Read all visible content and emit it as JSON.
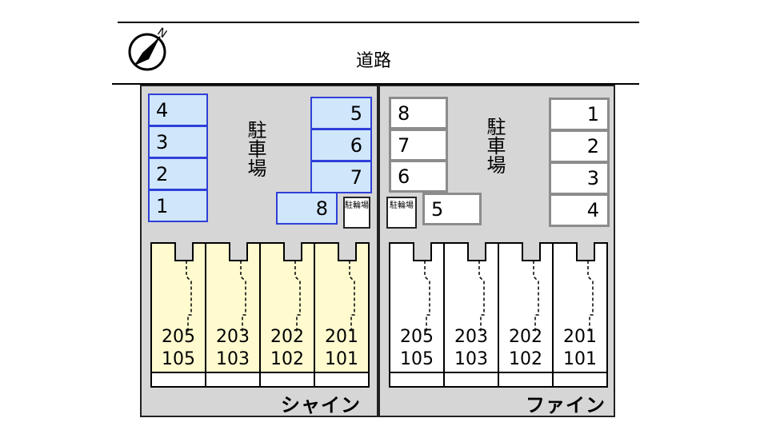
{
  "road": {
    "label": "道路"
  },
  "compass": {
    "north_label": "N"
  },
  "left_lot": {
    "parking_label": "駐車場",
    "bike_parking_label": "駐輪場",
    "spaces_left": [
      "4",
      "3",
      "2",
      "1"
    ],
    "spaces_right": [
      "5",
      "6",
      "7",
      "8"
    ],
    "building": {
      "name": "シャイン",
      "fill_color": "#fffbcf",
      "units": [
        {
          "upper": "205",
          "lower": "105"
        },
        {
          "upper": "203",
          "lower": "103"
        },
        {
          "upper": "202",
          "lower": "102"
        },
        {
          "upper": "201",
          "lower": "101"
        }
      ]
    },
    "space_color": "#cfe6fb",
    "space_border_color": "#2f3fd8"
  },
  "right_lot": {
    "parking_label": "駐車場",
    "bike_parking_label": "駐輪場",
    "spaces_left": [
      "8",
      "7",
      "6",
      "5"
    ],
    "spaces_right": [
      "1",
      "2",
      "3",
      "4"
    ],
    "building": {
      "name": "ファイン",
      "fill_color": "#ffffff",
      "units": [
        {
          "upper": "205",
          "lower": "105"
        },
        {
          "upper": "203",
          "lower": "103"
        },
        {
          "upper": "202",
          "lower": "102"
        },
        {
          "upper": "201",
          "lower": "101"
        }
      ]
    },
    "space_color": "#ffffff",
    "space_border_color": "#8c8c8c"
  },
  "lot_color": "#d6d6d6"
}
